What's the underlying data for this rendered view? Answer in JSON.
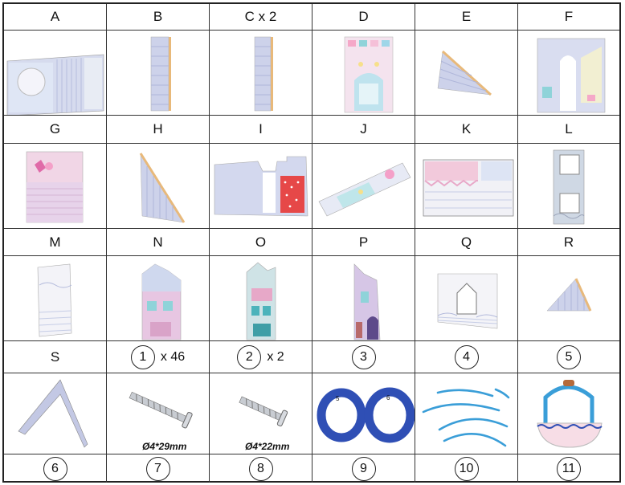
{
  "letter_rows": [
    [
      "A",
      "B",
      "C x 2",
      "D",
      "E",
      "F"
    ],
    [
      "G",
      "H",
      "I",
      "J",
      "K",
      "L"
    ],
    [
      "M",
      "N",
      "O",
      "P",
      "Q",
      "R"
    ]
  ],
  "row4": [
    {
      "type": "letter",
      "text": "S"
    },
    {
      "type": "num",
      "num": "1",
      "qty": "x 46"
    },
    {
      "type": "num",
      "num": "2",
      "qty": "x 2"
    },
    {
      "type": "num",
      "num": "3",
      "qty": ""
    },
    {
      "type": "num",
      "num": "4",
      "qty": ""
    },
    {
      "type": "num",
      "num": "5",
      "qty": ""
    }
  ],
  "row5": [
    "6",
    "7",
    "8",
    "9",
    "10",
    "11"
  ],
  "screw_captions": {
    "seven": "Ø4*29mm",
    "eight": "Ø4*22mm"
  },
  "ring_labels": {
    "small": "5",
    "large": "6"
  },
  "colors": {
    "wall_blue": "#c9cde6",
    "wall_pink": "#f2c9db",
    "edge_wood": "#e8b97a",
    "ring_blue": "#2f4fb5",
    "hose_blue": "#3a9ed8"
  }
}
